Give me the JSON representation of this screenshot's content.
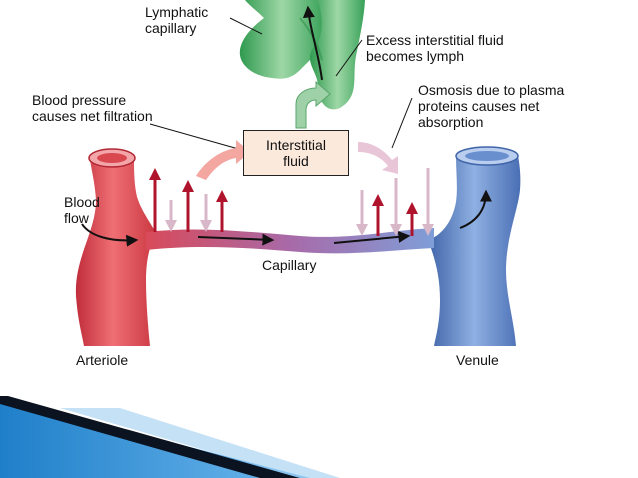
{
  "labels": {
    "lymphatic_capillary": [
      "Lymphatic",
      "capillary"
    ],
    "excess_fluid": [
      "Excess interstitial fluid",
      "becomes lymph"
    ],
    "blood_pressure": [
      "Blood pressure",
      "causes net filtration"
    ],
    "osmosis": [
      "Osmosis due to plasma",
      "proteins causes net",
      "absorption"
    ],
    "interstitial_fluid": [
      "Interstitial",
      "fluid"
    ],
    "blood_flow": [
      "Blood",
      "flow"
    ],
    "capillary": "Capillary",
    "arteriole": "Arteriole",
    "venule": "Venule"
  },
  "colors": {
    "arteriole": "#d9474f",
    "venule": "#6a8fcf",
    "lymphatic": "#5cb56f",
    "filtration_arrow": "#b0142d",
    "absorption_arrow": "#d8b7c8",
    "footer_dark": "#0b1220",
    "footer_blue": "#2b8fd8"
  }
}
